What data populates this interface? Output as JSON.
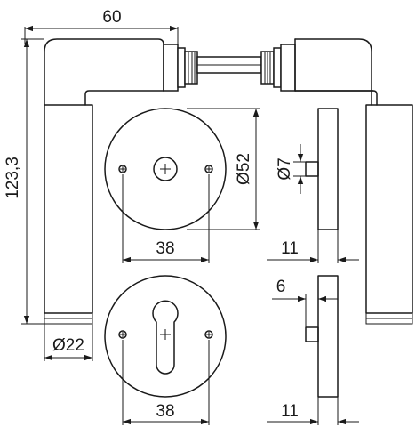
{
  "dimensions": {
    "lever_length": "60",
    "overall_height": "123,3",
    "rose_diameter": "Ø52",
    "spindle_diameter": "Ø7",
    "screw_spacing_top": "38",
    "rose_thickness_top": "11",
    "grip_diameter": "Ø22",
    "cylinder_offset": "6",
    "screw_spacing_bottom": "38",
    "rose_thickness_bottom": "11"
  },
  "colors": {
    "stroke": "#1a1a1a",
    "background": "#ffffff"
  }
}
